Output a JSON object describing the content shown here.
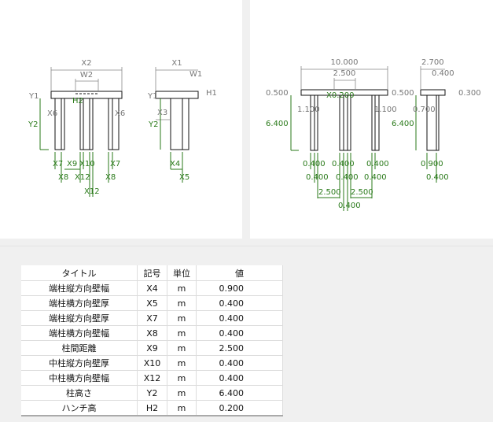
{
  "symbol_diagram": {
    "X2": "X2",
    "W2": "W2",
    "X1": "X1",
    "W1": "W1",
    "H1": "H1",
    "Y1": "Y1",
    "Y1b": "Y1",
    "Y2": "Y2",
    "Y2b": "Y2",
    "X6": "X6",
    "X6b": "X6",
    "H2": "H2",
    "X3": "X3",
    "X7": "X7",
    "X9": "X9",
    "X10": "X10",
    "X7b": "X7",
    "X8": "X8",
    "X12": "X12",
    "X8b": "X8",
    "X12b": "X12",
    "X4": "X4",
    "X5": "X5"
  },
  "value_diagram": {
    "total_width": "10.000",
    "hunch_width": "2.500",
    "side_width": "2.700",
    "side_w1": "0.400",
    "y1_front": "0.500",
    "h2": "X0.200",
    "y1_side": "0.500",
    "h1": "0.300",
    "x6_left": "1.100",
    "x6_right": "1.100",
    "x3": "0.700",
    "y2_front": "6.400",
    "y2_side": "6.400",
    "x7_left": "0.400",
    "x10": "0.400",
    "x7_right": "0.400",
    "x4": "0.900",
    "x8_left": "0.400",
    "x12_mid": "0.400",
    "x8_right": "0.400",
    "x5": "0.400",
    "x9_left": "2.500",
    "x9_right": "2.500",
    "x12_bottom": "0.400"
  },
  "table": {
    "headers": [
      "タイトル",
      "記号",
      "単位",
      "値"
    ],
    "rows": [
      [
        "端柱縦方向壁幅",
        "X4",
        "m",
        "0.900"
      ],
      [
        "端柱横方向壁厚",
        "X5",
        "m",
        "0.400"
      ],
      [
        "端柱縦方向壁厚",
        "X7",
        "m",
        "0.400"
      ],
      [
        "端柱横方向壁幅",
        "X8",
        "m",
        "0.400"
      ],
      [
        "柱間距離",
        "X9",
        "m",
        "2.500"
      ],
      [
        "中柱縦方向壁厚",
        "X10",
        "m",
        "0.400"
      ],
      [
        "中柱横方向壁幅",
        "X12",
        "m",
        "0.400"
      ],
      [
        "柱高さ",
        "Y2",
        "m",
        "6.400"
      ],
      [
        "ハンチ高",
        "H2",
        "m",
        "0.200"
      ]
    ]
  }
}
